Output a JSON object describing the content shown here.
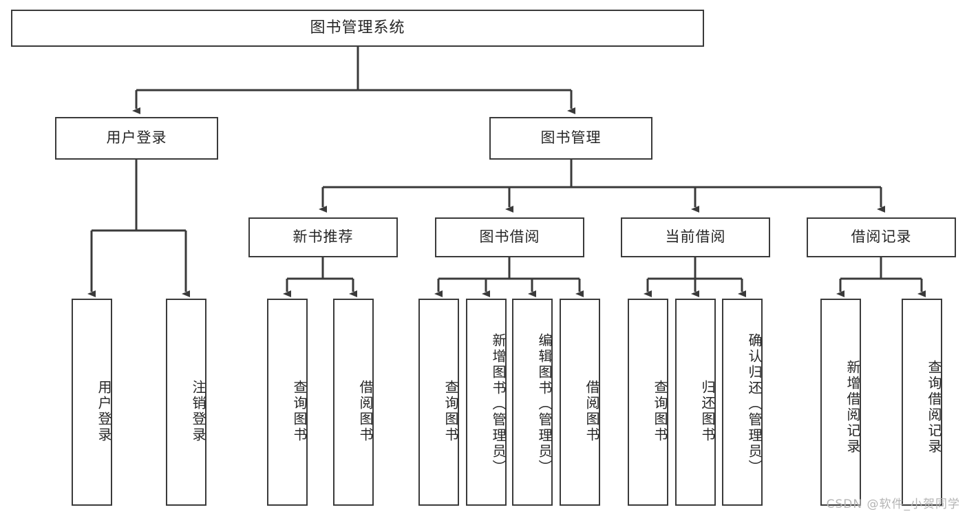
{
  "diagram": {
    "title": "图书管理系统",
    "type": "hierarchy-tree",
    "root": {
      "id": "root",
      "label": "图书管理系统",
      "orientation": "horizontal"
    },
    "level2": [
      {
        "id": "user-login",
        "label": "用户登录",
        "orientation": "horizontal"
      },
      {
        "id": "book-manage",
        "label": "图书管理",
        "orientation": "horizontal"
      }
    ],
    "level3": [
      {
        "id": "new-book-rec",
        "label": "新书推荐",
        "parent": "book-manage",
        "orientation": "horizontal"
      },
      {
        "id": "book-borrow",
        "label": "图书借阅",
        "parent": "book-manage",
        "orientation": "horizontal"
      },
      {
        "id": "current-borrow",
        "label": "当前借阅",
        "parent": "book-manage",
        "orientation": "horizontal"
      },
      {
        "id": "borrow-record",
        "label": "借阅记录",
        "parent": "book-manage",
        "orientation": "horizontal"
      }
    ],
    "leaves": [
      {
        "id": "leaf-user-login",
        "label": "用户登录",
        "parent": "user-login",
        "orientation": "vertical"
      },
      {
        "id": "leaf-user-logout",
        "label": "注销登录",
        "parent": "user-login",
        "orientation": "vertical"
      },
      {
        "id": "leaf-rec-query-book",
        "label": "查询图书",
        "parent": "new-book-rec",
        "orientation": "vertical"
      },
      {
        "id": "leaf-rec-borrow-book",
        "label": "借阅图书",
        "parent": "new-book-rec",
        "orientation": "vertical"
      },
      {
        "id": "leaf-bb-query-book",
        "label": "查询图书",
        "parent": "book-borrow",
        "orientation": "vertical"
      },
      {
        "id": "leaf-bb-add-book",
        "label": "新增图书（管理员）",
        "parent": "book-borrow",
        "orientation": "vertical"
      },
      {
        "id": "leaf-bb-edit-book",
        "label": "编辑图书（管理员）",
        "parent": "book-borrow",
        "orientation": "vertical"
      },
      {
        "id": "leaf-bb-borrow-book",
        "label": "借阅图书",
        "parent": "book-borrow",
        "orientation": "vertical"
      },
      {
        "id": "leaf-cb-query-book",
        "label": "查询图书",
        "parent": "current-borrow",
        "orientation": "vertical"
      },
      {
        "id": "leaf-cb-return-book",
        "label": "归还图书",
        "parent": "current-borrow",
        "orientation": "vertical"
      },
      {
        "id": "leaf-cb-confirm-return",
        "label": "确认归还（管理员）",
        "parent": "current-borrow",
        "orientation": "vertical"
      },
      {
        "id": "leaf-br-add-record",
        "label": "新增借阅记录",
        "parent": "borrow-record",
        "orientation": "vertical"
      },
      {
        "id": "leaf-br-query-record",
        "label": "查询借阅记录",
        "parent": "borrow-record",
        "orientation": "vertical"
      }
    ]
  },
  "watermark": {
    "text": "CSDN @软件_小贺同学"
  },
  "colors": {
    "border": "#3a3a3a",
    "background": "#ffffff",
    "text": "#262626",
    "watermark": "#b4b4b4"
  }
}
